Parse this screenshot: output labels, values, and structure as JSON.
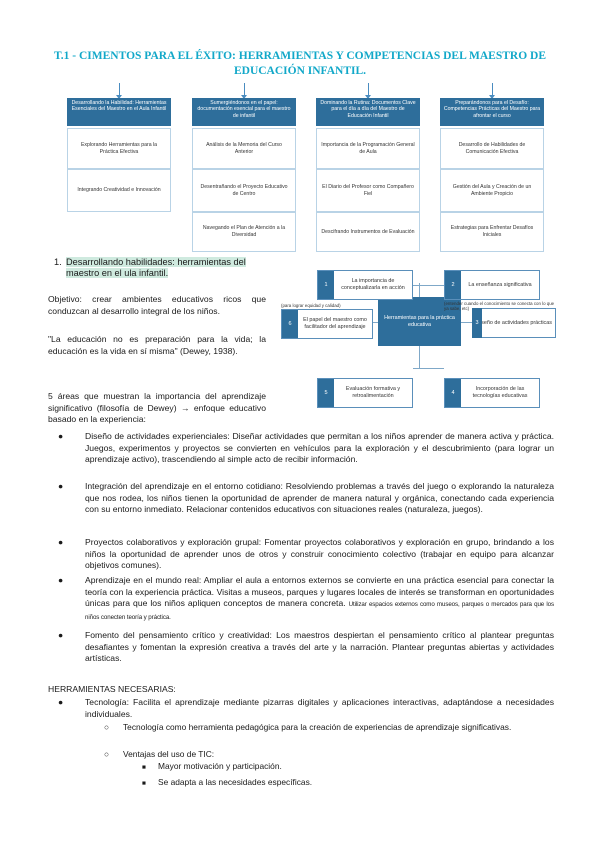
{
  "title": "T.1 - CIMENTOS PARA EL ÉXITO: HERRAMIENTAS Y COMPETENCIAS DEL MAESTRO DE EDUCACIÓN INFANTIL.",
  "top_diagram": {
    "columns": [
      {
        "header": "Desarrollando la Habilidad: Herramientas Esenciales del Maestro en el Aula Infantil",
        "items": [
          "Explorando Herramientas para la Práctica Efectiva",
          "Integrando Creatividad e Innovación"
        ]
      },
      {
        "header": "Sumergiéndonos en el papel: documentación esencial para el maestro de infantil",
        "items": [
          "Análisis de la Memoria del Curso Anterior",
          "Desentrañando el Proyecto Educativo de Centro",
          "Navegando el Plan de Atención a la Diversidad"
        ]
      },
      {
        "header": "Dominando la Rutina: Documentos Clave para el día a día del Maestro de Educación Infantil",
        "items": [
          "Importancia de la Programación General de Aula",
          "El Diario del Profesor como Compañero Fiel",
          "Descifrando Instrumentos de Evaluación"
        ]
      },
      {
        "header": "Preparándonos para el Desafío: Competencias Prácticas del Maestro para afrontar el curso",
        "items": [
          "Desarrollo de Habilidades de Comunicación Efectiva",
          "Gestión del Aula y Creación de un Ambiente Propicio",
          "Estrategias para Enfrentar Desafíos Iniciales"
        ]
      }
    ]
  },
  "section1": {
    "number": "1.",
    "heading": "Desarrollando habilidades: herramientas del maestro en el ula infantil.",
    "objective": "Objetivo: crear ambientes educativos ricos que conduzcan al desarrollo integral de los niños.",
    "quote": "\"La educación no es preparación para la vida; la educación es la vida en sí misma\" (Dewey, 1938).",
    "areas_intro": "5 áreas que muestran la importancia del aprendizaje significativo (filosofía de Dewey) → enfoque educativo basado en la experiencia:"
  },
  "right_diagram": {
    "center": "Herramientas para la práctica educativa",
    "boxes": [
      {
        "num": "1",
        "text": "La importancia de conceptualizarla en acción"
      },
      {
        "num": "2",
        "text": "La enseñanza significativa"
      },
      {
        "num": "3",
        "text": "Diseño de actividades prácticas"
      },
      {
        "num": "4",
        "text": "Incorporación de las tecnologías educativas"
      },
      {
        "num": "5",
        "text": "Evaluación formativa y retroalimentación"
      },
      {
        "num": "6",
        "text": "El papel del maestro como facilitador del aprendizaje"
      }
    ],
    "note_2": "(entender cuando el conocimiento se conecta con lo que ya sabe, etc)",
    "note_6": "(para lograr equidad y calidad)"
  },
  "bullets": [
    "Diseño de actividades experienciales: Diseñar actividades que permitan a los niños aprender de manera activa y práctica. Juegos, experimentos y proyectos se convierten en vehículos para la exploración y el descubrimiento (para lograr un aprendizaje activo), trascendiendo al simple acto de recibir información.",
    "Integración del aprendizaje en el entorno cotidiano: Resolviendo problemas a través del juego o explorando la naturaleza que nos rodea, los niños tienen la oportunidad de aprender de manera natural y orgánica, conectando cada experiencia con su entorno inmediato. Relacionar contenidos educativos con situaciones reales (naturaleza, juegos).",
    "Proyectos colaborativos y exploración grupal: Fomentar proyectos colaborativos y exploración en grupo, brindando a los niños la oportunidad de aprender unos de otros y construir conocimiento colectivo (trabajar en equipo para alcanzar objetivos comunes).",
    "Aprendizaje en el mundo real: Ampliar el aula a entornos externos se convierte en una práctica esencial para conectar la teoría con la experiencia práctica. Visitas a museos, parques y lugares locales de interés se transforman en oportunidades únicas para que los niños apliquen conceptos de manera concreta.",
    "Fomento del pensamiento crítico y creatividad: Los maestros despiertan el pensamiento crítico al plantear preguntas desafiantes y fomentan la expresión creativa a través del arte y la narración. Plantear preguntas abiertas y actividades artísticas."
  ],
  "bullet4_small": "Utilizar espacios externos como museos, parques o mercados para que los niños conecten teoría y práctica.",
  "tools": {
    "heading": "HERRAMIENTAS NECESARIAS:",
    "tech": "Tecnología: Facilita el aprendizaje mediante pizarras digitales y aplicaciones interactivas, adaptándose a necesidades individuales.",
    "sub1": "Tecnología como herramienta pedagógica para la creación de experiencias de aprendizaje significativas.",
    "sub2": "Ventajas del uso de TIC:",
    "subsub": [
      "Mayor motivación y participación.",
      "Se adapta a las necesidades específicas."
    ]
  },
  "symbols": {
    "bullet": "●",
    "circle": "○",
    "square": "■"
  }
}
